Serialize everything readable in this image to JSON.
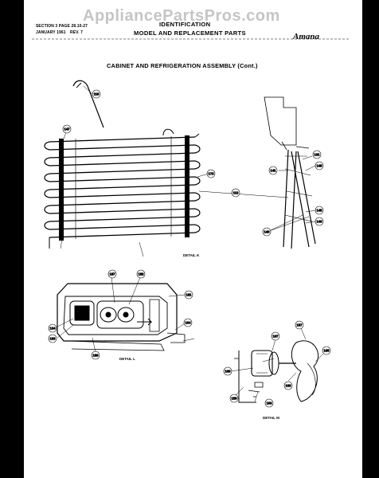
{
  "watermark": "AppliancePartsPros.com",
  "header": {
    "section_line": "SECTION 3 PAGE 28.10-27",
    "date_line": "JANUARY 1961",
    "rev_line": "REV. 7",
    "title_line1": "IDENTIFICATION",
    "title_line2": "MODEL AND REPLACEMENT PARTS",
    "brand_logo": "Amana"
  },
  "diagram_title": "CABINET AND REFRIGERATION ASSEMBLY (Cont.)",
  "details": {
    "k": "DETAIL K",
    "l": "DETAIL L",
    "m": "DETAIL M"
  },
  "callouts": [
    "116",
    "147",
    "173",
    "131",
    "141",
    "148",
    "145",
    "146",
    "140",
    "112",
    "187",
    "182",
    "181",
    "134",
    "164",
    "183",
    "186",
    "157",
    "167",
    "165",
    "166",
    "162",
    "159",
    "163"
  ],
  "colors": {
    "paper": "#ffffff",
    "ink": "#000000",
    "margin": "#000000"
  }
}
